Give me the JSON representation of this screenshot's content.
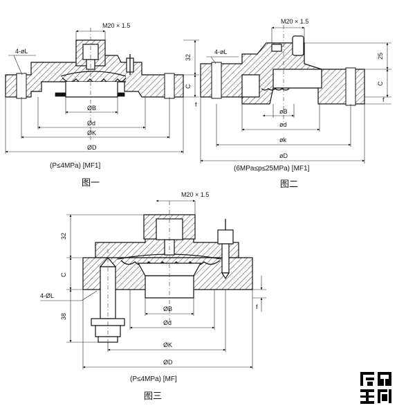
{
  "figure1": {
    "thread": "M20 × 1.5",
    "holes": "4-øL",
    "height": "32",
    "c": "C",
    "f": "f",
    "dims": {
      "b": "ØB",
      "d": "Ød",
      "k": "ØK",
      "D": "ØD"
    },
    "caption": "(P≤4MPa) [MF1]",
    "label": "图一"
  },
  "figure2": {
    "thread": "M20 × 1.5",
    "holes": "4-øL",
    "height": "25",
    "c": "C",
    "f": "f",
    "dims": {
      "b": "øB",
      "d": "ød",
      "k": "øk",
      "D": "øD"
    },
    "caption": "(6MPa≤p≤25MPa) [MF1]",
    "label": "图二"
  },
  "figure3": {
    "thread": "M20 × 1.5",
    "holes": "4-ØL",
    "height": "32",
    "c": "C",
    "bolt": "38",
    "f": "f",
    "dims": {
      "b": "ØB",
      "d": "Ød",
      "k": "ØK",
      "D": "ØD"
    },
    "caption": "(P≤4MPa) [MF]",
    "label": "图三"
  },
  "seal": {
    "text": "臻品策劃"
  }
}
